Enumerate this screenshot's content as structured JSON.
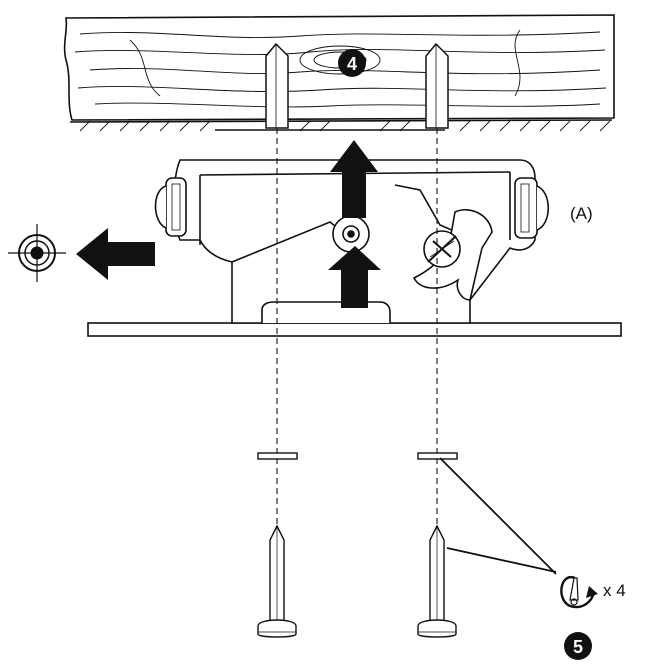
{
  "steps": {
    "step_4": "4",
    "step_5": "5"
  },
  "callouts": {
    "part_label": "(A)",
    "quantity": "x 4"
  },
  "icons": {
    "target": "crosshair-target-icon",
    "screwdriver_rotate": "screwdriver-rotate-icon"
  },
  "colors": {
    "ink": "#111111",
    "paper": "#ffffff"
  }
}
